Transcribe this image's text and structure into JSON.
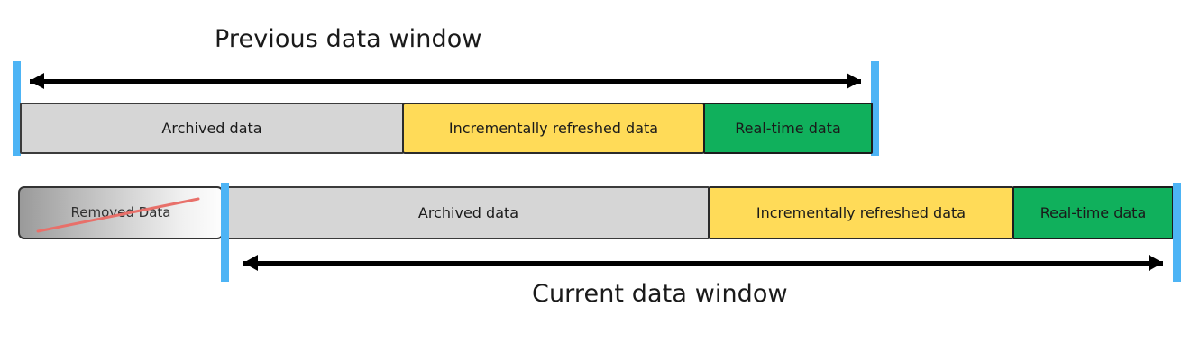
{
  "diagram": {
    "title_previous": "Previous data window",
    "title_current": "Current data window",
    "colors": {
      "marker_blue": "#4DB4F5",
      "archived_gray": "#D6D6D6",
      "incremental_yellow": "#FFDB58",
      "realtime_green": "#10B05C",
      "strike_red": "#E8706A",
      "outline_black": "#262626"
    },
    "previous_window": {
      "arrow_type": "double-headed",
      "segments": [
        {
          "id": "archived",
          "label": "Archived data"
        },
        {
          "id": "incremental",
          "label": "Incrementally refreshed data"
        },
        {
          "id": "realtime",
          "label": "Real-time data"
        }
      ]
    },
    "current_window": {
      "arrow_type": "double-headed",
      "segments": [
        {
          "id": "removed",
          "label": "Removed Data"
        },
        {
          "id": "archived",
          "label": "Archived data"
        },
        {
          "id": "incremental",
          "label": "Incrementally refreshed data"
        },
        {
          "id": "realtime",
          "label": "Real-time data"
        }
      ]
    }
  }
}
